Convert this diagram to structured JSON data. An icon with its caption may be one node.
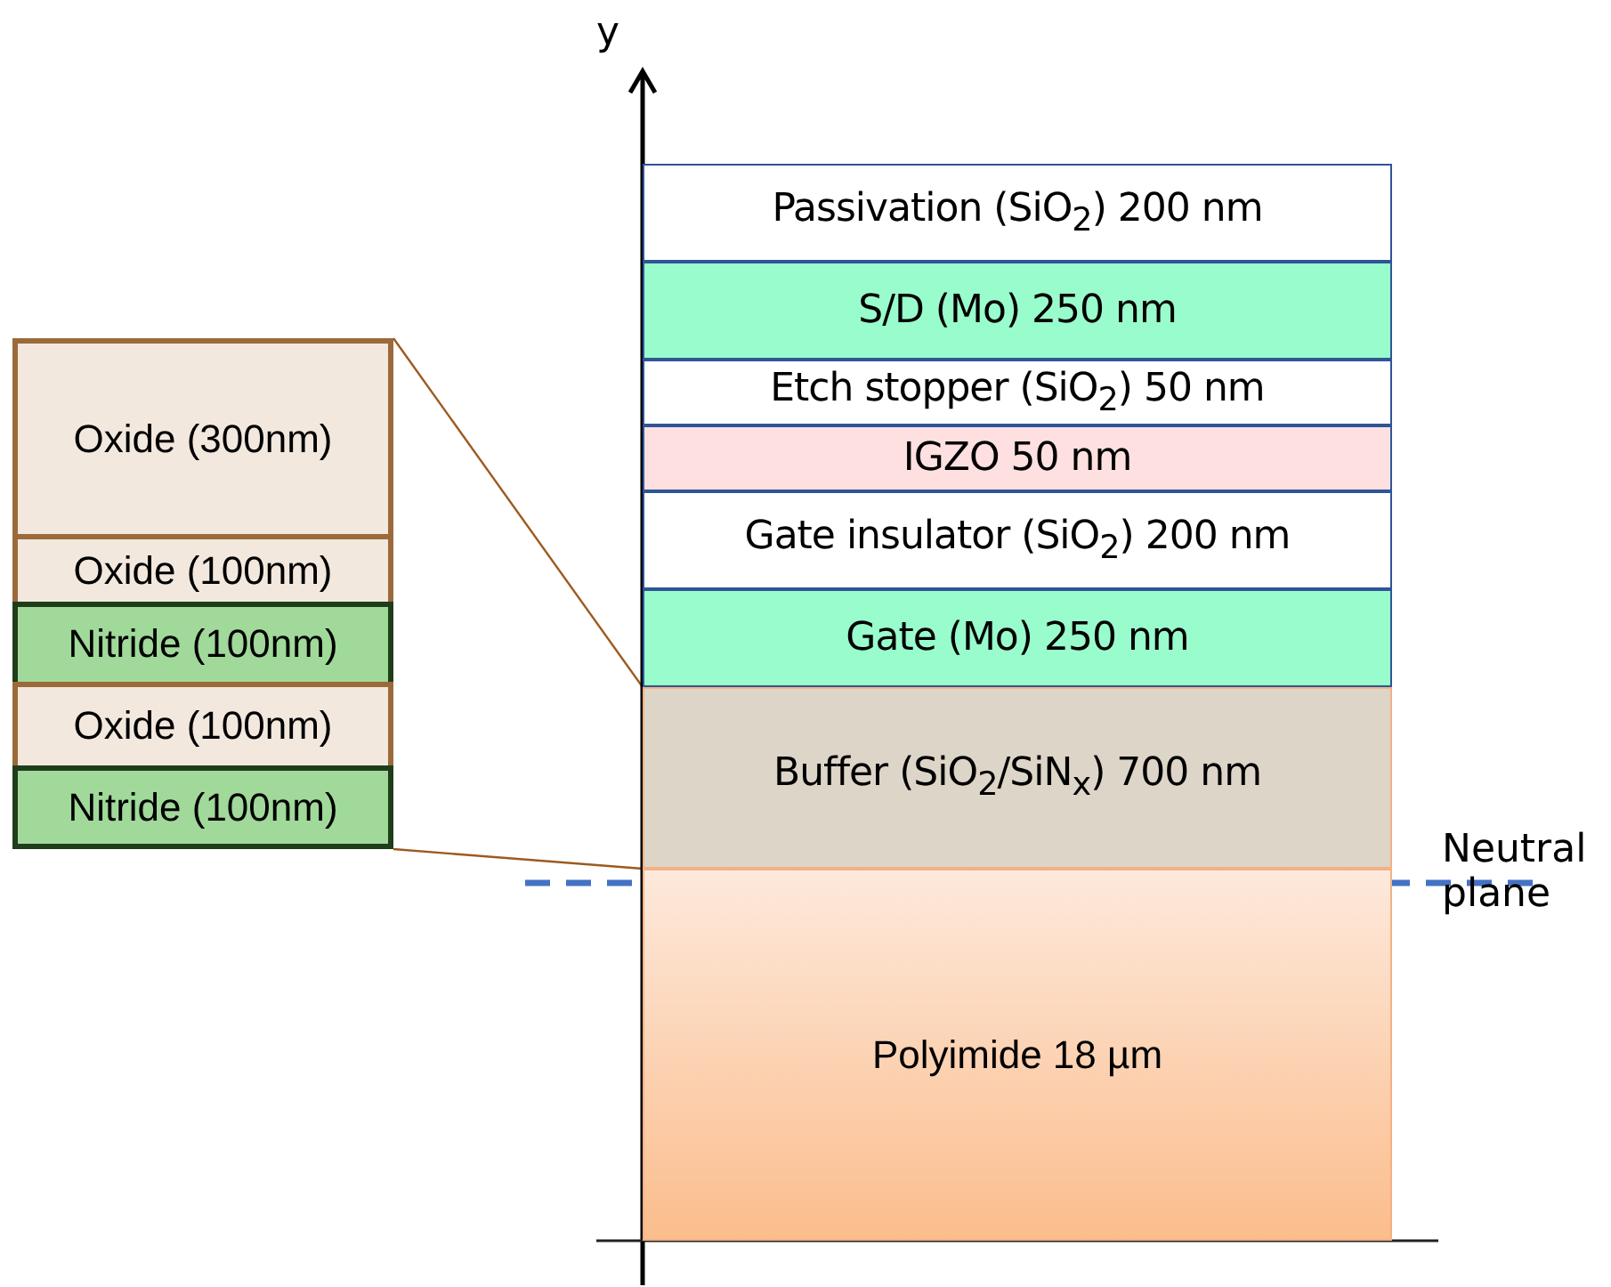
{
  "diagram": {
    "nodes": [
      {
        "text": [
          "Passivation (SiO$_{2}$) 200 nm"
        ]
      },
      {
        "text": [
          "S/D (Mo) 250 nm"
        ]
      },
      {
        "text": [
          "Etch stopper (SiO$_{2}$) 50 nm"
        ]
      },
      {
        "text": [
          "IGZO 50 nm"
        ]
      },
      {
        "text": [
          "Gate insulator (SiO$_{2}$) 200 nm"
        ]
      },
      {
        "text": [
          "Gate (Mo) 250 nm"
        ]
      },
      {
        "text": [
          "Buffer (SiO$_{2}$/SiN$_{x}$) 700 nm"
        ]
      },
      {
        "text": [
          "Polyimide 18 µm"
        ]
      },
      {
        "text": [
          "Oxide (300nm)"
        ]
      },
      {
        "text": [
          "Oxide (100nm)"
        ]
      },
      {
        "text": [
          "Nitride (100nm)"
        ]
      },
      {
        "text": [
          "Oxide (100nm)"
        ]
      },
      {
        "text": [
          "Nitride (100nm)"
        ]
      }
    ],
    "edges": [
      {
        "from": 8,
        "to": 6,
        "arrow": "none"
      },
      {
        "from": 12,
        "to": 6,
        "arrow": "none"
      }
    ],
    "labels": [
      "y",
      "Neutral plane"
    ]
  }
}
